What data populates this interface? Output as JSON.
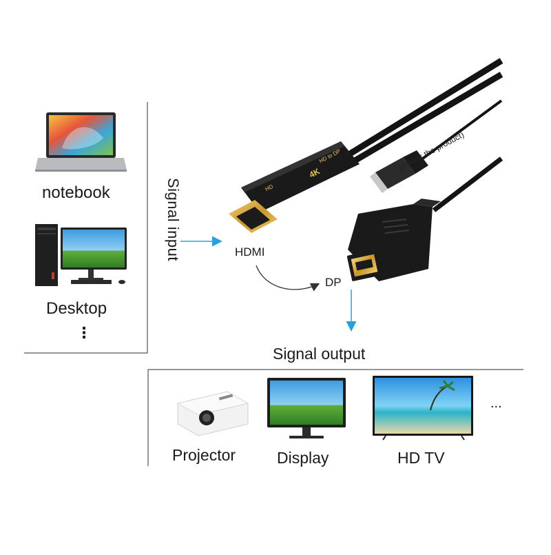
{
  "sources": {
    "notebook_label": "notebook",
    "desktop_label": "Desktop",
    "more_label": "⋮"
  },
  "signal_input_label": "Signal input",
  "cable": {
    "plug_logo": "4K",
    "plug_text": "HD to DP",
    "hdmi_plug_text": "HD",
    "usb_note": "(Power the product)",
    "hdmi_label": "HDMI",
    "dp_label": "DP"
  },
  "signal_output_label": "Signal output",
  "outputs": {
    "projector_label": "Projector",
    "display_label": "Display",
    "hdtv_label": "HD TV",
    "more_label": "..."
  },
  "colors": {
    "arrow": "#2a9fd8",
    "line": "#333333",
    "cable": "#141414",
    "gold": "#d9b04a"
  }
}
